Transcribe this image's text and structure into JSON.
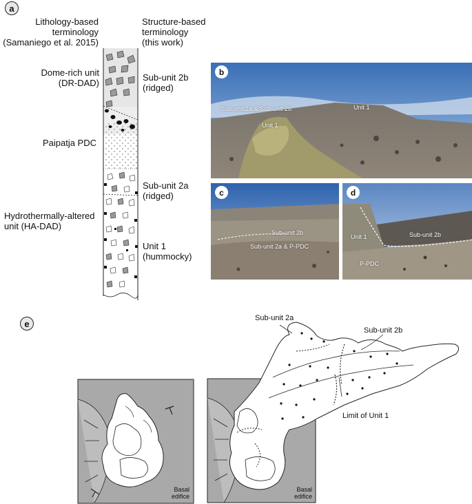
{
  "panel_a": {
    "badge": "a",
    "header_left": [
      "Lithology-based",
      "terminology",
      "(Samaniego et al. 2015)"
    ],
    "header_right": [
      "Structure-based",
      "terminology",
      "(this work)"
    ],
    "left_labels": {
      "dome_rich": [
        "Dome-rich unit",
        "(DR-DAD)"
      ],
      "paipatja": "Paipatja PDC",
      "hydrothermal": [
        "Hydrothermally-altered",
        "unit (HA-DAD)"
      ]
    },
    "right_labels": {
      "sub2b": [
        "Sub-unit 2b",
        "(ridged)"
      ],
      "sub2a": [
        "Sub-unit 2a",
        "(ridged)"
      ],
      "unit1": [
        "Unit 1",
        "(hummocky)"
      ]
    }
  },
  "panel_b": {
    "badge": "b",
    "labels": [
      "Sub-unit 2a & Sub-unit 2b",
      "Unit 1",
      "Unit 1"
    ]
  },
  "panel_c": {
    "badge": "c",
    "labels": [
      "Sub-unit 2b",
      "Sub-unit 2a & P-PDC"
    ]
  },
  "panel_d": {
    "badge": "d",
    "labels": [
      "Unit 1",
      "Sub-unit 2b",
      "P-PDC"
    ]
  },
  "panel_e": {
    "badge": "e",
    "labels": {
      "sub2a": "Sub-unit 2a",
      "sub2b": "Sub-unit 2b",
      "limit": "Limit of Unit 1"
    },
    "basal_left": [
      "Basal",
      "edifice"
    ],
    "basal_right": [
      "Basal",
      "edifice"
    ]
  }
}
